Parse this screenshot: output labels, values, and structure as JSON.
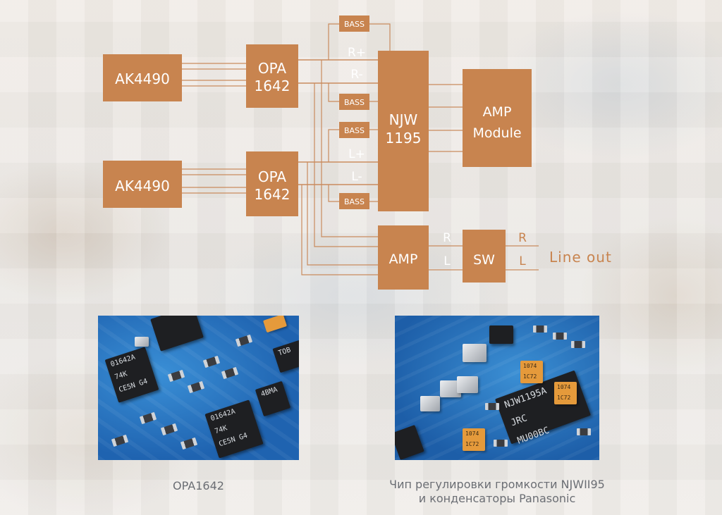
{
  "diagram": {
    "chips": {
      "dac_top": "AK4490",
      "dac_bottom": "AK4490",
      "opamp_top": [
        "OPA",
        "1642"
      ],
      "opamp_bottom": [
        "OPA",
        "1642"
      ],
      "volume": [
        "NJW",
        "1195"
      ],
      "amp_module": [
        "AMP",
        "Module"
      ],
      "amp": "AMP",
      "switch": "SW"
    },
    "bass_labels": [
      "BASS",
      "BASS",
      "BASS",
      "BASS"
    ],
    "signals": {
      "r_plus": "R+",
      "r_minus": "R-",
      "l_plus": "L+",
      "l_minus": "L-",
      "amp_r": "R",
      "amp_l": "L",
      "out_r": "R",
      "out_l": "L"
    },
    "line_out": "Line out"
  },
  "photos": [
    {
      "chip_markings": [
        "01642A",
        "74K",
        "CE5N G4"
      ],
      "extra_markings": [
        "4BMA",
        "TOB"
      ],
      "caption": "OPA1642"
    },
    {
      "chip_markings": [
        "NJW1195A",
        "JRC",
        "MU00BC"
      ],
      "cap_markings": [
        "1074",
        "1C72"
      ],
      "caption_lines": [
        "Чип регулировки громкости NJWII95",
        "и конденсаторы Panasonic"
      ]
    }
  ],
  "colors": {
    "block": "#c8844f",
    "wire": "#c98b5e",
    "caption": "#6b6e74",
    "pcb": "#2a73c2"
  }
}
